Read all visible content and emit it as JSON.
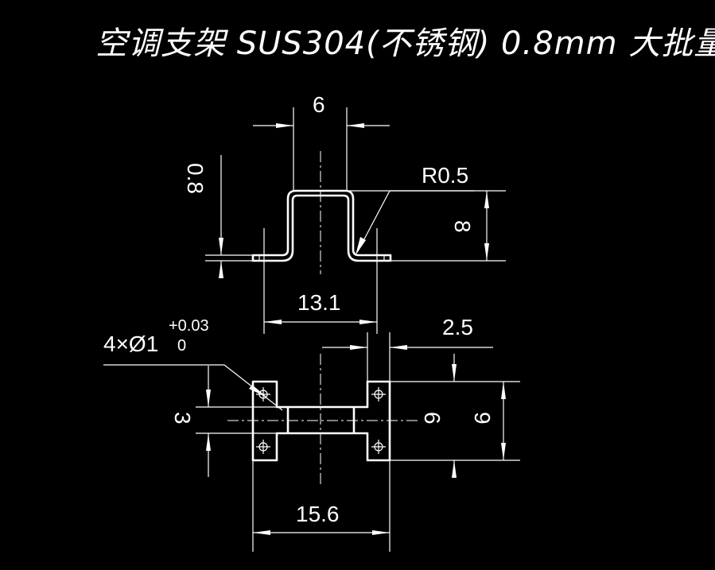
{
  "title": "空调支架  SUS304(不锈钢)   0.8mm   大批量",
  "dimensions": {
    "top_width": "6",
    "thickness": "0.8",
    "radius": "R0.5",
    "height": "8",
    "span": "13.1",
    "hole_spec_main": "4×Ø1",
    "hole_tol_upper": "+0.03",
    "hole_tol_lower": "0",
    "hole_pitch": "3",
    "bridge_width": "6",
    "overall_width": "9",
    "flange_length": "2.5",
    "overall_length": "15.6"
  },
  "colors": {
    "background": "#000000",
    "line": "#ffffff"
  }
}
